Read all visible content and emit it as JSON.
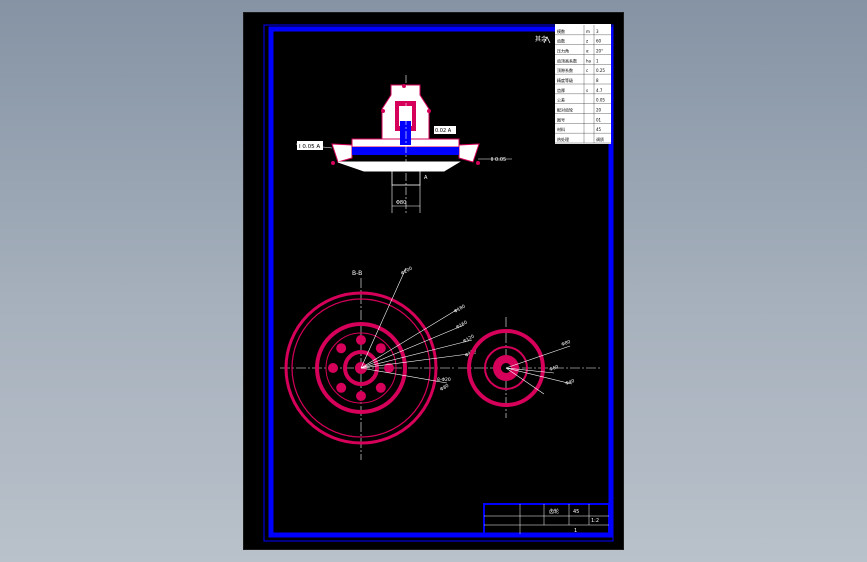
{
  "app": {
    "view": "CAD drawing viewport"
  },
  "colors": {
    "background": "#8f9cab",
    "sheet": "#000000",
    "frame": "#0000ff",
    "part": "#d6005a",
    "line": "#ffffff",
    "fill": "#ffffff"
  },
  "drawing": {
    "section_label": "B-B",
    "roughness_note": "其余",
    "left_callout": "Ⅰ 0.05 A",
    "right_callout": "Ⅱ 0.05",
    "mid_callout": "0.02 A",
    "datum_label": "A",
    "center_dim": "Φ80",
    "gear_dims": [
      "Φ200",
      "Φ180",
      "Φ160",
      "Φ120",
      "Φ100",
      "Φ80"
    ],
    "small_dims": [
      "Φ80",
      "Φ60",
      "Φ40"
    ],
    "hole_note": "8-Φ20"
  },
  "bom_table": {
    "rows": [
      [
        "模数",
        "m",
        "3"
      ],
      [
        "齿数",
        "z",
        "60"
      ],
      [
        "压力角",
        "α",
        "20°"
      ],
      [
        "齿顶高系数",
        "ha",
        "1"
      ],
      [
        "顶隙系数",
        "c",
        "0.25"
      ],
      [
        "精度等级",
        "",
        "8"
      ],
      [
        "齿厚",
        "s",
        "4.7"
      ],
      [
        "公差",
        "",
        "0.05"
      ],
      [
        "配对齿轮",
        "",
        "20"
      ],
      [
        "图号",
        "",
        "01"
      ],
      [
        "材料",
        "",
        "45"
      ],
      [
        "热处理",
        "",
        "调质"
      ]
    ]
  },
  "title_block": {
    "name": "齿轮",
    "material": "45",
    "scale": "1:2",
    "sheet": "1"
  }
}
